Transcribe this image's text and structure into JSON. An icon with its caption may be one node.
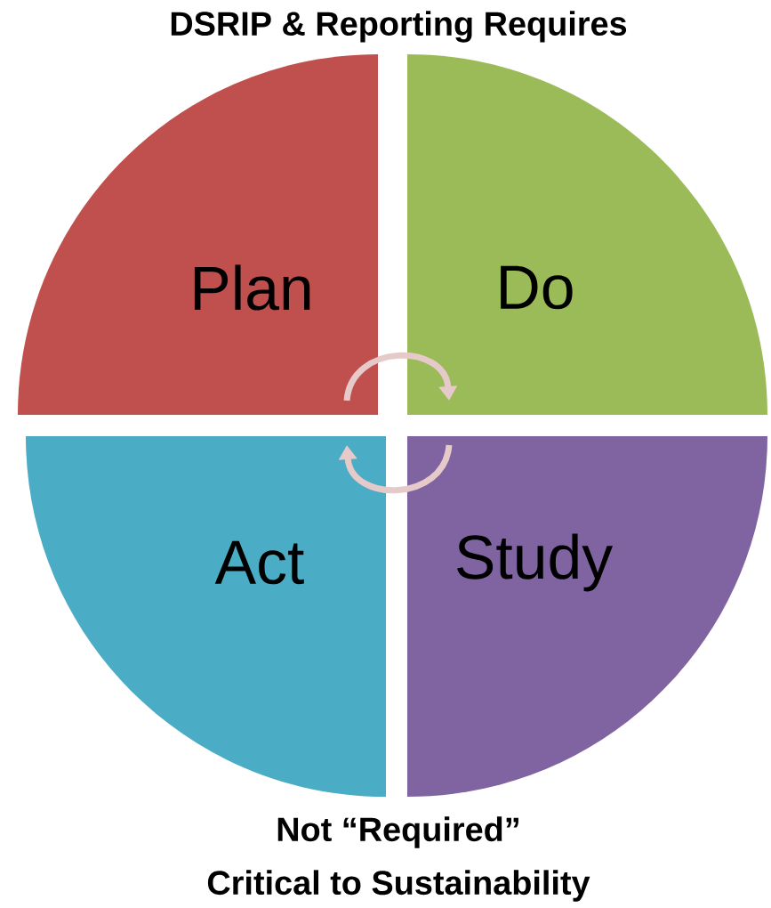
{
  "diagram": {
    "title": "DSRIP & Reporting Requires",
    "nodes": [
      {
        "text": [
          "Plan"
        ]
      },
      {
        "text": [
          "Do"
        ]
      },
      {
        "text": [
          "Act"
        ]
      },
      {
        "text": [
          "Study"
        ]
      }
    ],
    "edges": [
      {
        "from": 0,
        "to": 1,
        "arrow": "to"
      },
      {
        "from": 3,
        "to": 2,
        "arrow": "to"
      }
    ],
    "labels": [
      "Not “Required”",
      "Critical to Sustainability"
    ]
  }
}
